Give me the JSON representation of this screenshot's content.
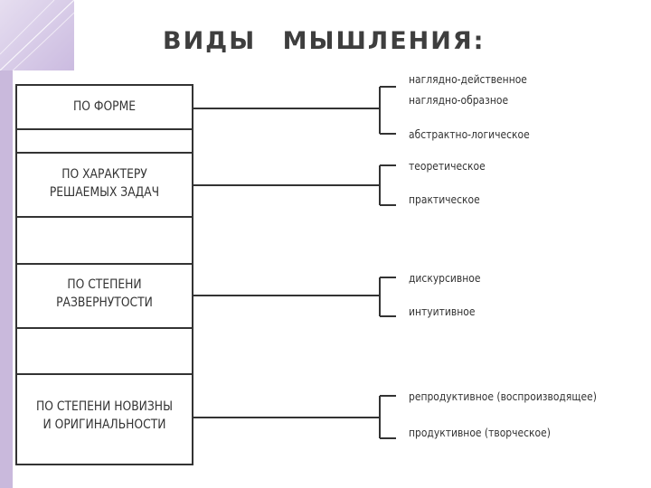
{
  "title": "ВИДЫ МЫШЛЕНИЯ:",
  "categories": [
    {
      "label_lines": [
        "ПО ФОРМЕ"
      ],
      "items": [
        "наглядно-действенное",
        "наглядно-образное",
        "абстрактно-логическое"
      ]
    },
    {
      "label_lines": [
        "ПО ХАРАКТЕРУ",
        "РЕШАЕМЫХ ЗАДАЧ"
      ],
      "items": [
        "теоретическое",
        "практическое"
      ]
    },
    {
      "label_lines": [
        "ПО СТЕПЕНИ",
        "РАЗВЕРНУТОСТИ"
      ],
      "items": [
        "дискурсивное",
        "интуитивное"
      ]
    },
    {
      "label_lines": [
        "ПО СТЕПЕНИ НОВИЗНЫ",
        "И ОРИГИНАЛЬНОСТИ"
      ],
      "items": [
        "репродуктивное (воспроизводящее)",
        "продуктивное (творческое)"
      ]
    }
  ]
}
